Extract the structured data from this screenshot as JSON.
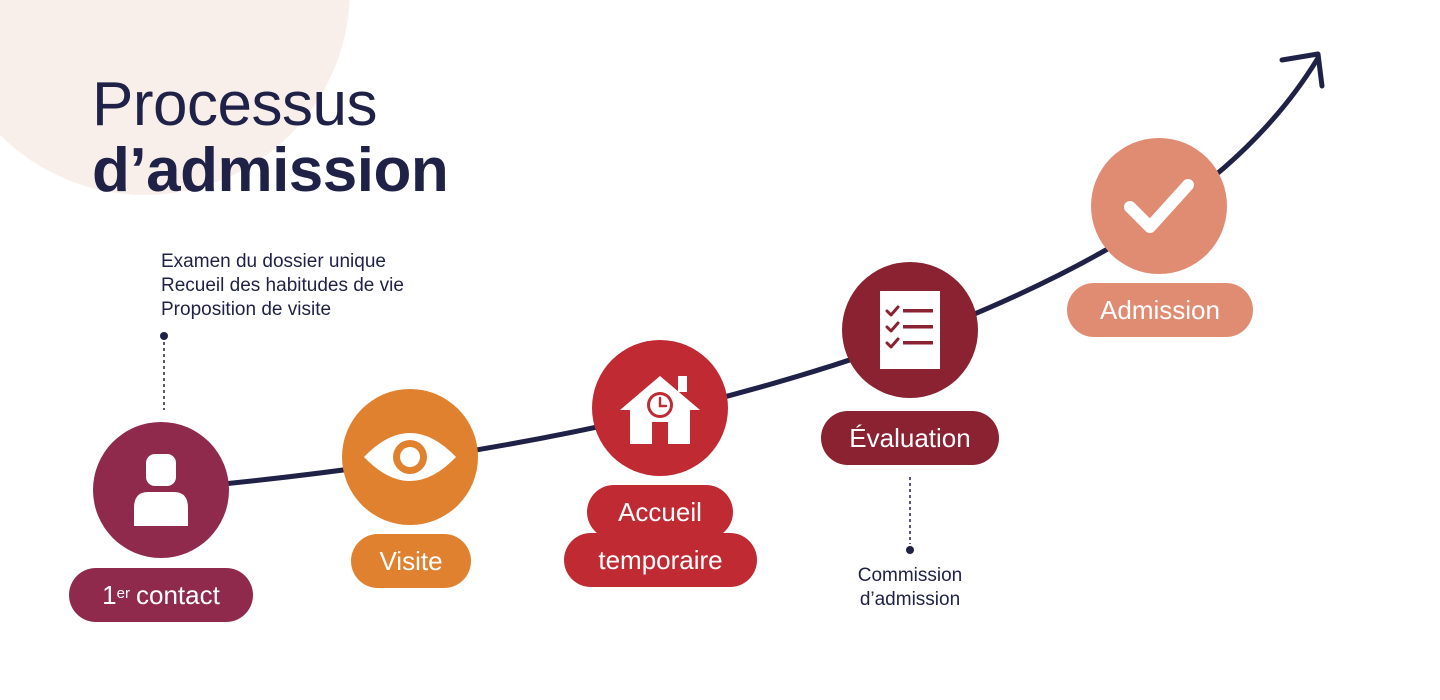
{
  "title": {
    "line1": "Processus",
    "line2": "d’admission"
  },
  "colors": {
    "navy": "#1f2147",
    "contact": "#8f2a4c",
    "visite": "#e0812f",
    "accueil": "#c02a33",
    "evaluation": "#8a2231",
    "admission": "#e08c73",
    "blob": "#f8efeb"
  },
  "notes": {
    "contact": [
      "Examen du dossier unique",
      "Recueil des habitudes de vie",
      "Proposition de visite"
    ],
    "evaluation": [
      "Commission",
      "d’admission"
    ]
  },
  "steps": {
    "contact": {
      "icon": "person-icon",
      "label_sup": "er",
      "label_prefix": "1",
      "label": "contact"
    },
    "visite": {
      "icon": "eye-icon",
      "label": "Visite"
    },
    "accueil": {
      "icon": "house-clock-icon",
      "label_line1": "Accueil",
      "label_line2": "temporaire"
    },
    "evaluation": {
      "icon": "checklist-icon",
      "label": "Évaluation"
    },
    "admission": {
      "icon": "checkmark-icon",
      "label": "Admission"
    }
  }
}
